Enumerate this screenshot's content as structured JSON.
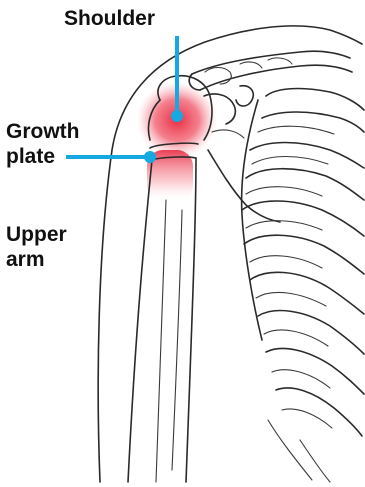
{
  "labels": {
    "shoulder": "Shoulder",
    "growth_plate": [
      "Growth",
      "plate"
    ],
    "upper_arm": [
      "Upper",
      "arm"
    ]
  },
  "colors": {
    "pointer": "#16a9e1",
    "highlight": "#e8223a",
    "outline": "#2a2a2a",
    "text": "#111111"
  },
  "icons": {
    "shoulder_highlight": "red-glow",
    "pointer_end": "blue-dot"
  }
}
